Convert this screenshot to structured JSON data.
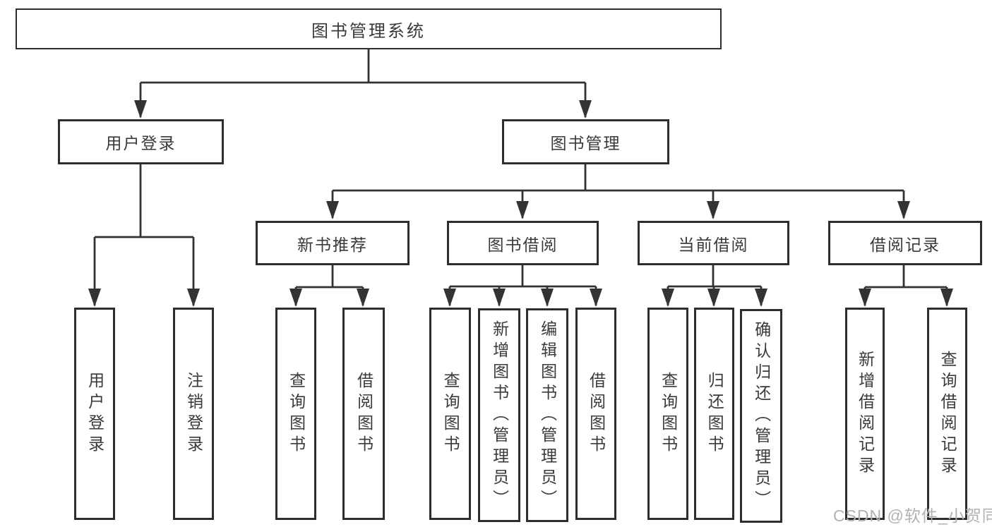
{
  "colors": {
    "line": "#333333",
    "box_border": "#2d2d2d",
    "text": "#3a3a3a",
    "watermark": "#b2b2b2",
    "background": "#ffffff"
  },
  "watermark": {
    "text": "CSDN @软件_小贺同学"
  },
  "hierarchy": {
    "label": "图书管理系统",
    "children": [
      {
        "label": "用户登录",
        "children": [
          {
            "label": "用户登录"
          },
          {
            "label": "注销登录"
          }
        ]
      },
      {
        "label": "图书管理",
        "children": [
          {
            "label": "新书推荐",
            "children": [
              {
                "label": "查询图书"
              },
              {
                "label": "借阅图书"
              }
            ]
          },
          {
            "label": "图书借阅",
            "children": [
              {
                "label": "查询图书"
              },
              {
                "label": "新增图书（管理员）"
              },
              {
                "label": "编辑图书（管理员）"
              },
              {
                "label": "借阅图书"
              }
            ]
          },
          {
            "label": "当前借阅",
            "children": [
              {
                "label": "查询图书"
              },
              {
                "label": "归还图书"
              },
              {
                "label": "确认归还（管理员）"
              }
            ]
          },
          {
            "label": "借阅记录",
            "children": [
              {
                "label": "新增借阅记录"
              },
              {
                "label": "查询借阅记录"
              }
            ]
          }
        ]
      }
    ]
  }
}
